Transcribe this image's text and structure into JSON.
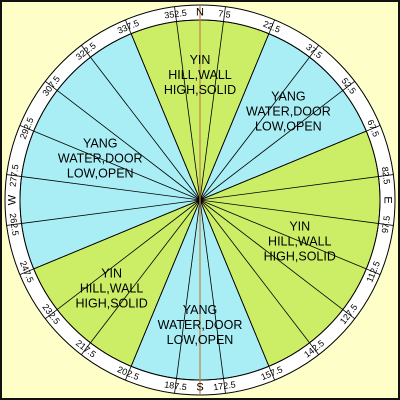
{
  "compass": {
    "cardinals": [
      {
        "label": "N",
        "angle": 0
      },
      {
        "label": "E",
        "angle": 90
      },
      {
        "label": "S",
        "angle": 180
      },
      {
        "label": "W",
        "angle": 270
      }
    ],
    "degree_ticks": [
      "7.5",
      "22.5",
      "37.5",
      "52.5",
      "67.5",
      "82.5",
      "97.5",
      "112.5",
      "127.5",
      "142.5",
      "157.5",
      "172.5",
      "187.5",
      "202.5",
      "217.5",
      "232.5",
      "247.5",
      "262.5",
      "277.5",
      "292.5",
      "307.5",
      "322.5",
      "337.5",
      "352.5"
    ],
    "sectors": [
      {
        "type": "yin",
        "start": 337.5,
        "end": 22.5,
        "lines": [
          "YIN",
          "HILL,WALL",
          "HIGH,SOLID"
        ]
      },
      {
        "type": "yang",
        "start": 22.5,
        "end": 67.5,
        "lines": [
          "YANG",
          "WATER,DOOR",
          "LOW,OPEN"
        ]
      },
      {
        "type": "yin",
        "start": 67.5,
        "end": 157.5,
        "lines": [
          "YIN",
          "HILL,WALL",
          "HIGH,SOLID"
        ]
      },
      {
        "type": "yang",
        "start": 157.5,
        "end": 202.5,
        "lines": [
          "YANG",
          "WATER,DOOR",
          "LOW,OPEN"
        ]
      },
      {
        "type": "yin",
        "start": 202.5,
        "end": 247.5,
        "lines": [
          "YIN",
          "HILL,WALL",
          "HIGH,SOLID"
        ]
      },
      {
        "type": "yang",
        "start": 247.5,
        "end": 337.5,
        "lines": [
          "YANG",
          "WATER,DOOR",
          "LOW,OPEN"
        ]
      }
    ],
    "colors": {
      "yin": "#CCEE66",
      "yang": "#A8EEF4",
      "background": "#FEFEC8",
      "ring": "#FFFFFF",
      "lines": "#000000",
      "axis": "#C08040"
    }
  }
}
